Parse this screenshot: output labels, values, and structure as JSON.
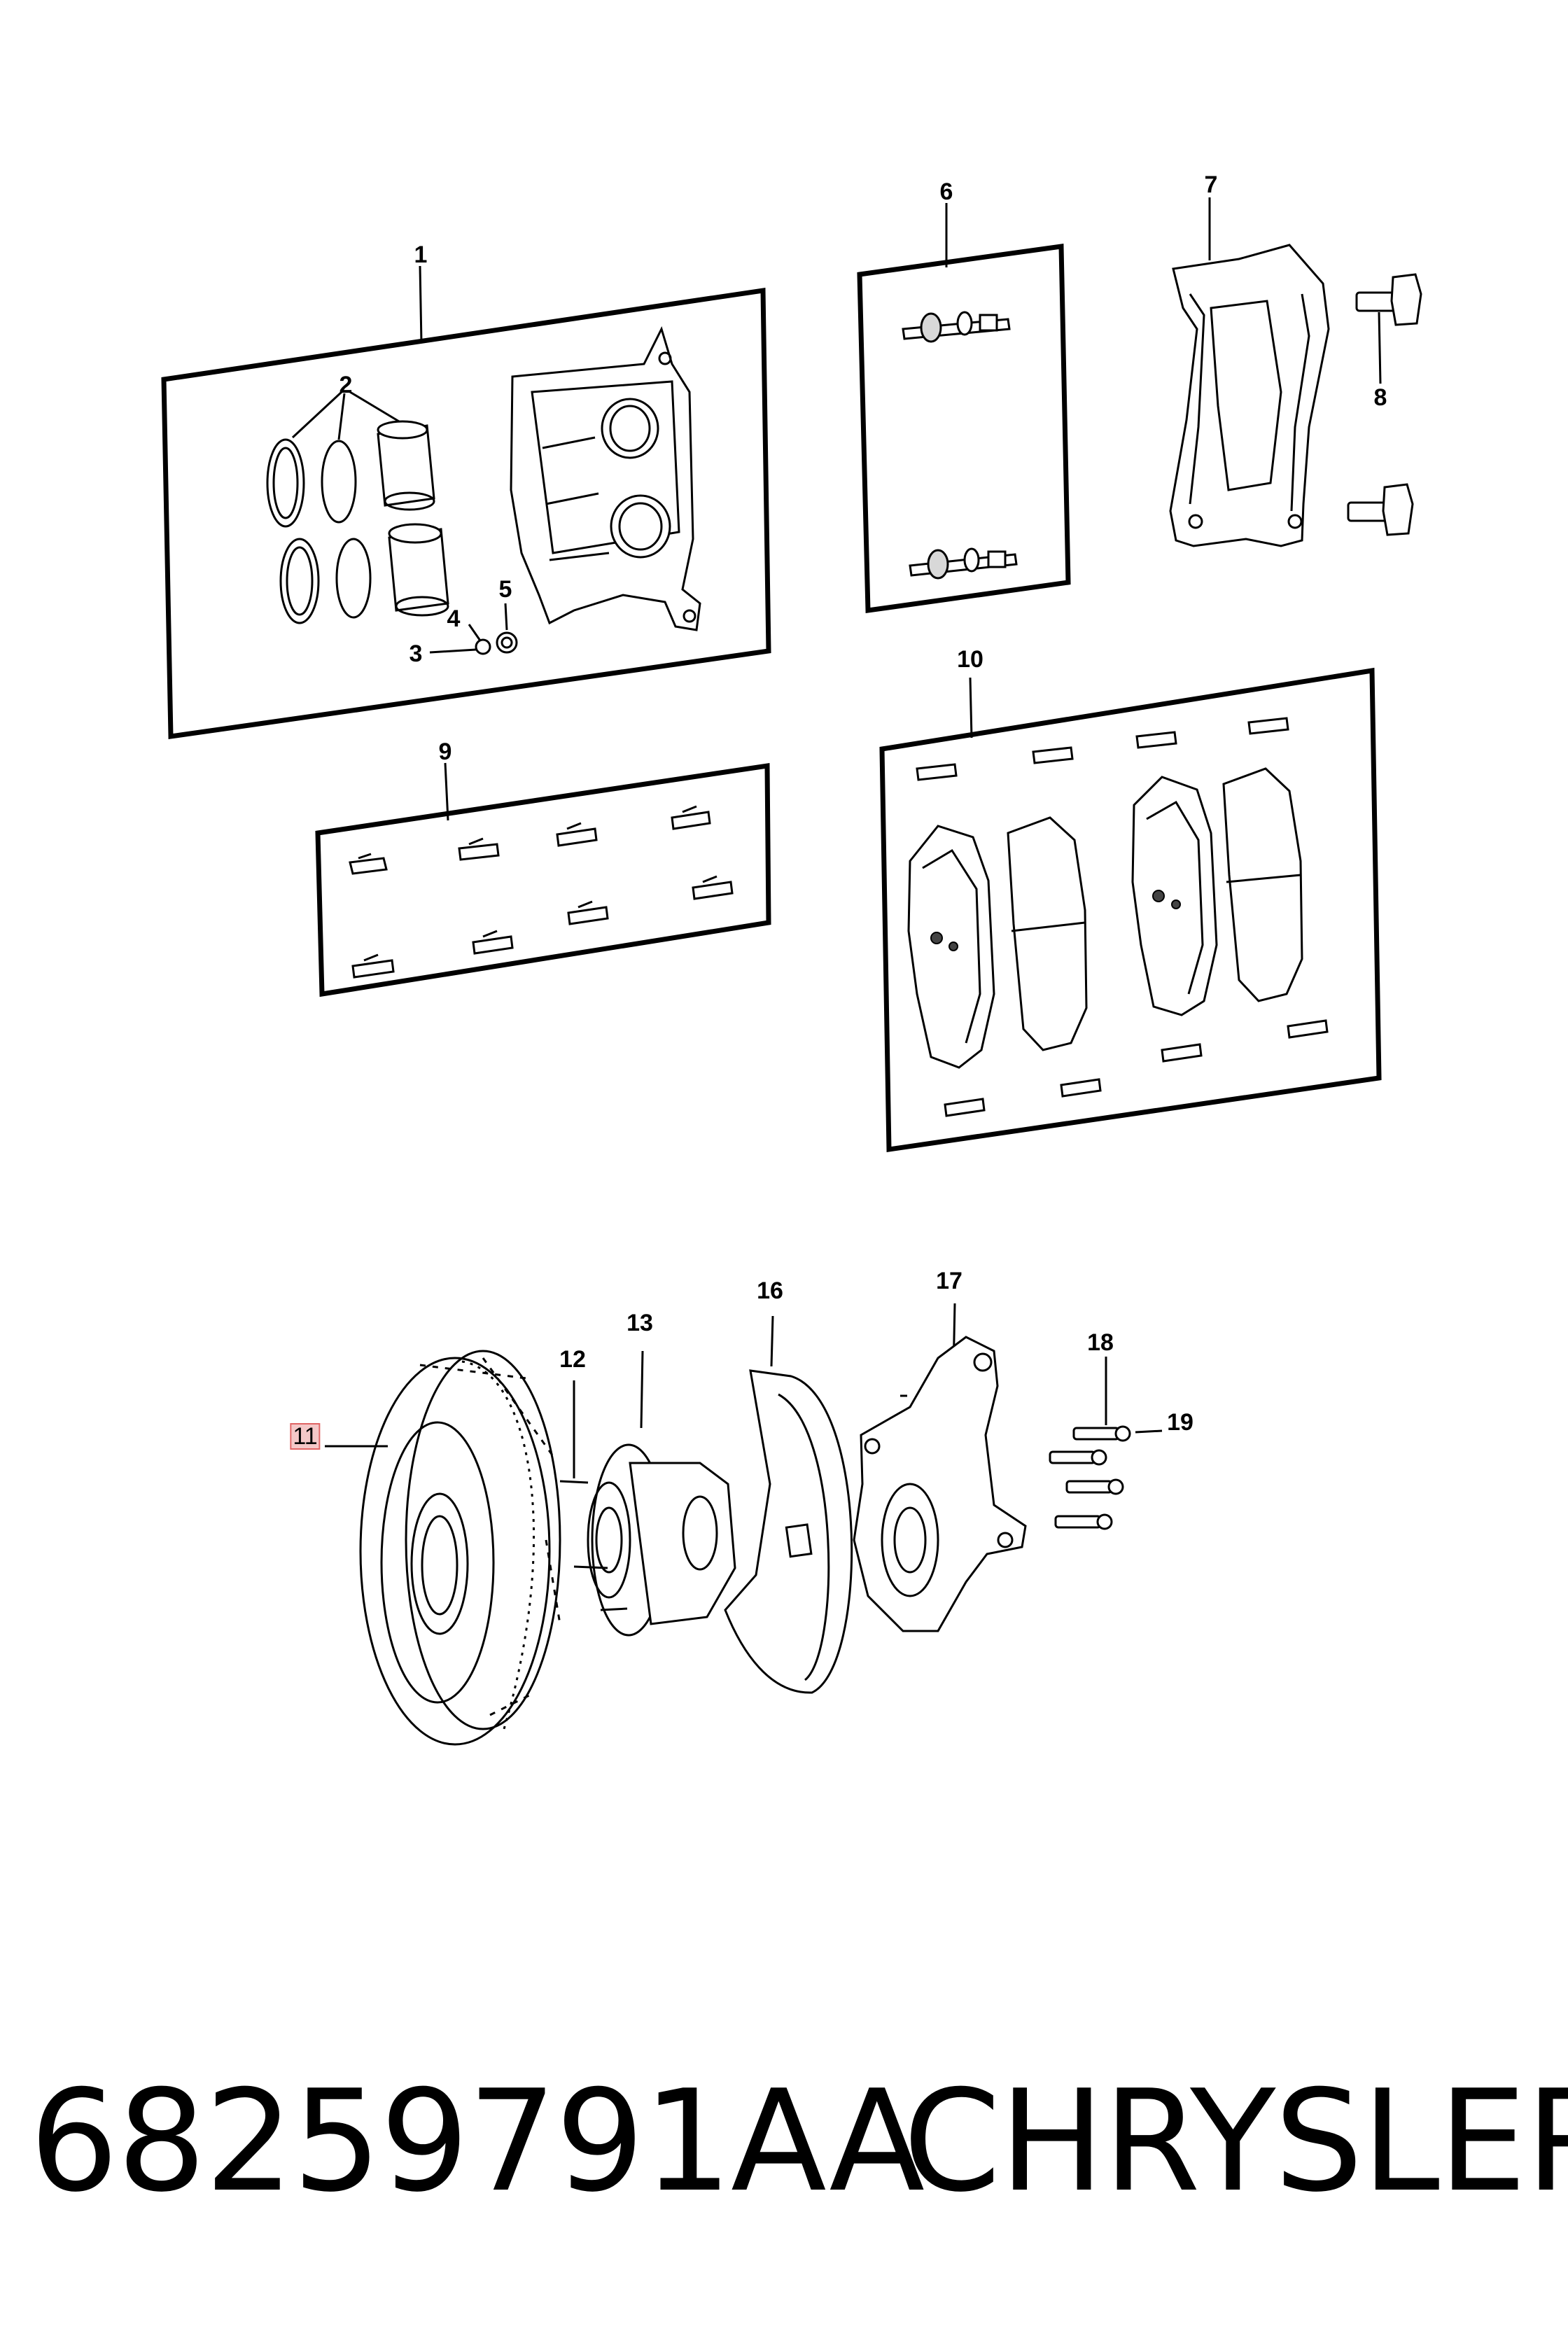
{
  "callouts": {
    "c1": "1",
    "c2": "2",
    "c3": "3",
    "c4": "4",
    "c5": "5",
    "c6": "6",
    "c7": "7",
    "c8": "8",
    "c9": "9",
    "c10": "10",
    "c11": "11",
    "c12": "12",
    "c13": "13",
    "c16": "16",
    "c17": "17",
    "c18": "18",
    "c19": "19"
  },
  "caption": {
    "part_number": "68259791AA",
    "brand": "CHRYSLER"
  },
  "colors": {
    "line": "#000000",
    "highlight_fill": "#f4c8c8",
    "highlight_border": "#e06464"
  }
}
